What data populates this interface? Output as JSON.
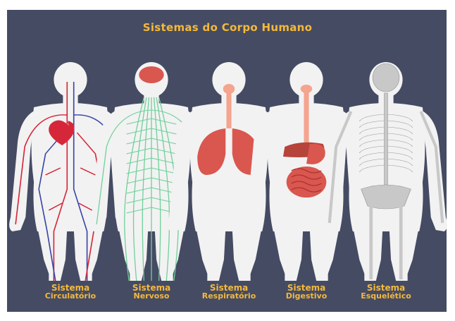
{
  "title": "Sistemas do Corpo Humano",
  "colors": {
    "background": "#454b63",
    "title": "#f4b93a",
    "body": "#f2f2f2",
    "artery": "#d6273a",
    "vein": "#3a46a8",
    "nerve": "#6fd09a",
    "organ": "#d9574f",
    "bone": "#c8c8c8"
  },
  "systems": [
    {
      "id": "circulatory",
      "line1": "Sistema",
      "line2": "Circulatório",
      "icon": "heart-icon"
    },
    {
      "id": "nervous",
      "line1": "Sistema",
      "line2": "Nervoso",
      "icon": "brain-icon"
    },
    {
      "id": "respiratory",
      "line1": "Sistema",
      "line2": "Respiratório",
      "icon": "lungs-icon"
    },
    {
      "id": "digestive",
      "line1": "Sistema",
      "line2": "Digestivo",
      "icon": "stomach-icon"
    },
    {
      "id": "skeletal",
      "line1": "Sistema",
      "line2": "Esquelético",
      "icon": "skull-icon"
    }
  ]
}
